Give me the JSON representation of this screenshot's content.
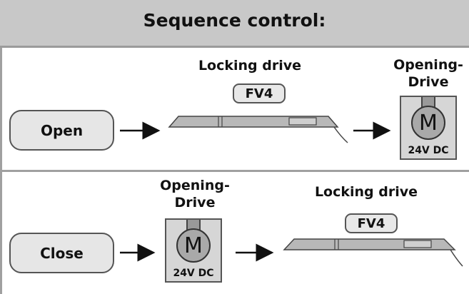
{
  "header": {
    "title": "Sequence control:"
  },
  "open_row": {
    "button_label": "Open",
    "locking_label": "Locking drive",
    "locking_badge": "FV4",
    "opening_label_line1": "Opening-",
    "opening_label_line2": "Drive",
    "motor_symbol": "M",
    "motor_voltage": "24V DC"
  },
  "close_row": {
    "button_label": "Close",
    "opening_label_line1": "Opening-",
    "opening_label_line2": "Drive",
    "motor_symbol": "M",
    "motor_voltage": "24V DC",
    "locking_label": "Locking drive",
    "locking_badge": "FV4"
  },
  "colors": {
    "header_bg": "#c8c8c8",
    "panel_bg": "#e6e6e6",
    "outline": "#555555"
  }
}
